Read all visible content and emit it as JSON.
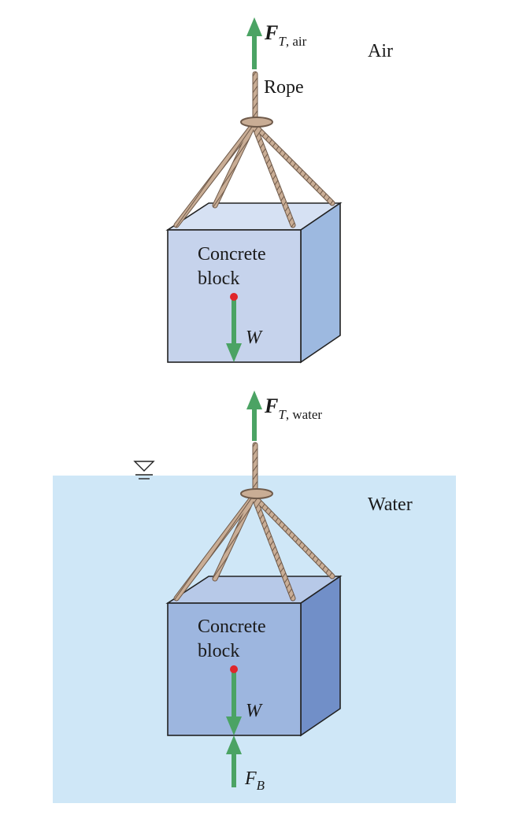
{
  "labels": {
    "air": "Air",
    "water": "Water",
    "rope": "Rope",
    "block_top_line1": "Concrete",
    "block_top_line2": "block",
    "block_bottom_line1": "Concrete",
    "block_bottom_line2": "block",
    "weight_top": "W",
    "weight_bottom": "W",
    "tension_air": {
      "symbol": "F",
      "sub_var": "T",
      "sub_text": ", air"
    },
    "tension_water": {
      "symbol": "F",
      "sub_var": "T",
      "sub_text": ", water"
    },
    "buoyancy": {
      "symbol": "F",
      "sub": "B"
    }
  },
  "colors": {
    "arrow": "#4ba364",
    "centroid": "#e0262b",
    "water": "#cfe7f7",
    "block_air_front": "#c6d3ec",
    "block_air_top": "#d6e1f3",
    "block_air_side": "#9db9e0",
    "block_water_front": "#9db6df",
    "block_water_top": "#b7c9e8",
    "block_water_side": "#718fc8",
    "rope": "#c9ad95",
    "rope_dark": "#6f5a4a",
    "outline": "#222222"
  }
}
